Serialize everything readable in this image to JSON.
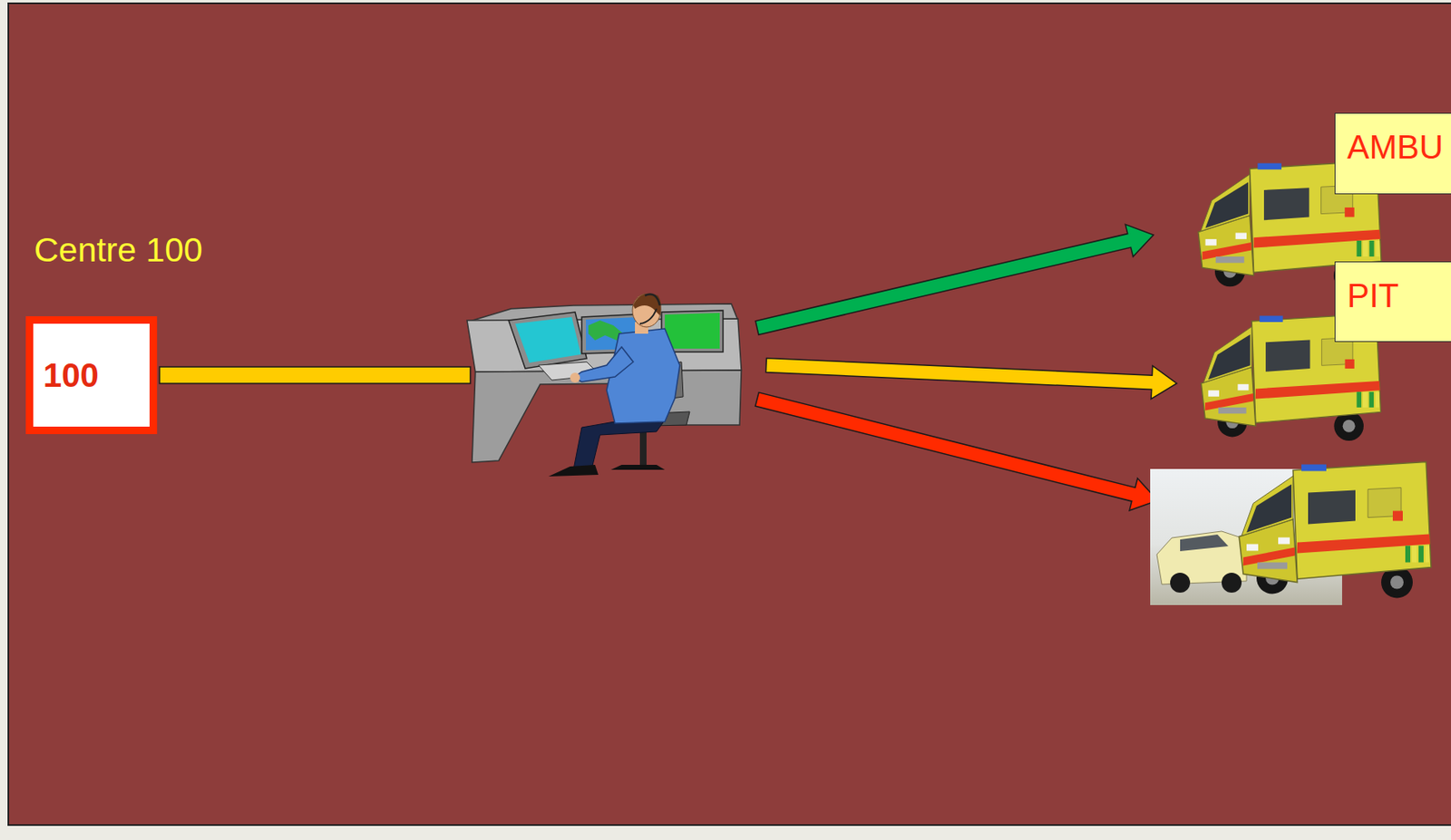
{
  "diagram": {
    "nodes": [
      {
        "text": [
          "100"
        ]
      },
      {
        "text": [
          "AMBU"
        ]
      },
      {
        "text": [
          "PIT"
        ]
      }
    ],
    "labels": [
      "Centre 100"
    ]
  }
}
